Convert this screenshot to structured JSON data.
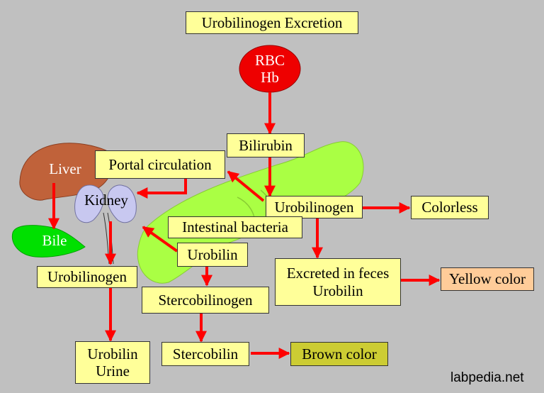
{
  "diagram": {
    "title": "Urobilinogen Excretion",
    "nodes": {
      "rbc": "RBC\nHb",
      "bilirubin": "Bilirubin",
      "portal_circulation": "Portal circulation",
      "liver": "Liver",
      "kidney": "Kidney",
      "bile": "Bile",
      "urobilinogen_gut": "Urobilinogen",
      "colorless": "Colorless",
      "intestinal_bacteria": "Intestinal bacteria",
      "urobilin": "Urobilin",
      "urobilinogen_urine": "Urobilinogen",
      "excreted_feces": "Excreted in feces\nUrobilin",
      "yellow_color": "Yellow color",
      "stercobilinogen": "Stercobilinogen",
      "urobilin_urine": "Urobilin\nUrine",
      "stercobilin": "Stercobilin",
      "brown_color": "Brown color"
    },
    "credit": "labpedia.net"
  },
  "colors": {
    "background": "#c0c0c0",
    "box_fill": "#ffff99",
    "arrow": "#ff0000",
    "rbc_fill": "#ee0000",
    "liver_fill": "#c0623a",
    "kidney_fill": "#c8c8f0",
    "bile_fill": "#00e000",
    "intestine_fill": "#aaff44",
    "yellow_color_box": "#ffcc99",
    "brown_color_box": "#cccc33"
  }
}
